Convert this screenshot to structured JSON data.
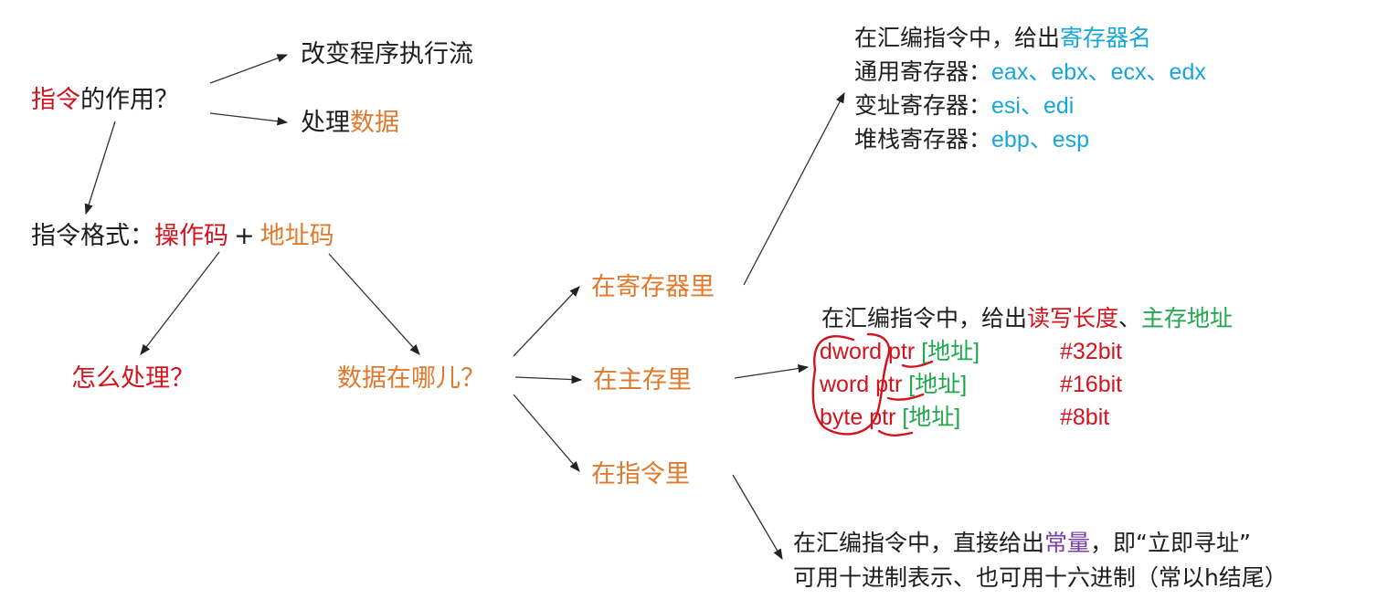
{
  "root": {
    "part1": "指令",
    "part2": "的作用？"
  },
  "effect1": "改变程序执行流",
  "effect2": {
    "prefix": "处理",
    "highlight": "数据"
  },
  "format": {
    "label": "指令格式：",
    "opcode": "操作码",
    "plus": "+",
    "address": "地址码"
  },
  "how": "怎么处理？",
  "where": "数据在哪儿？",
  "locations": {
    "register": "在寄存器里",
    "memory": "在主存里",
    "instruction": "在指令里"
  },
  "register_box": {
    "line1_prefix": "在汇编指令中，给出",
    "line1_highlight": "寄存器名",
    "general_label": "通用寄存器：",
    "general_value": "eax、ebx、ecx、edx",
    "index_label": "变址寄存器：",
    "index_value": "esi、edi",
    "stack_label": "堆栈寄存器：",
    "stack_value": "ebp、esp"
  },
  "memory_box": {
    "line1_prefix": "在汇编指令中，给出",
    "line1_red": "读写长度",
    "line1_sep": "、",
    "line1_green": "主存地址",
    "rows": [
      {
        "size": "dword",
        "ptr": "ptr",
        "addr": "[地址]",
        "comment": "#32bit"
      },
      {
        "size": "word",
        "ptr": "ptr",
        "addr": "[地址]",
        "comment": "#16bit"
      },
      {
        "size": "byte",
        "ptr": "ptr",
        "addr": "[地址]",
        "comment": "#8bit"
      }
    ]
  },
  "immediate_box": {
    "line1_prefix": "在汇编指令中，直接给出",
    "line1_highlight": "常量",
    "line1_suffix": "，即“立即寻址”",
    "line2": "可用十进制表示、也可用十六进制（常以h结尾）"
  },
  "colors": {
    "red": "#d2141e",
    "orange": "#e0792c",
    "cyan": "#17a6d9",
    "green": "#1ea84c",
    "purple": "#7a3fa6"
  }
}
